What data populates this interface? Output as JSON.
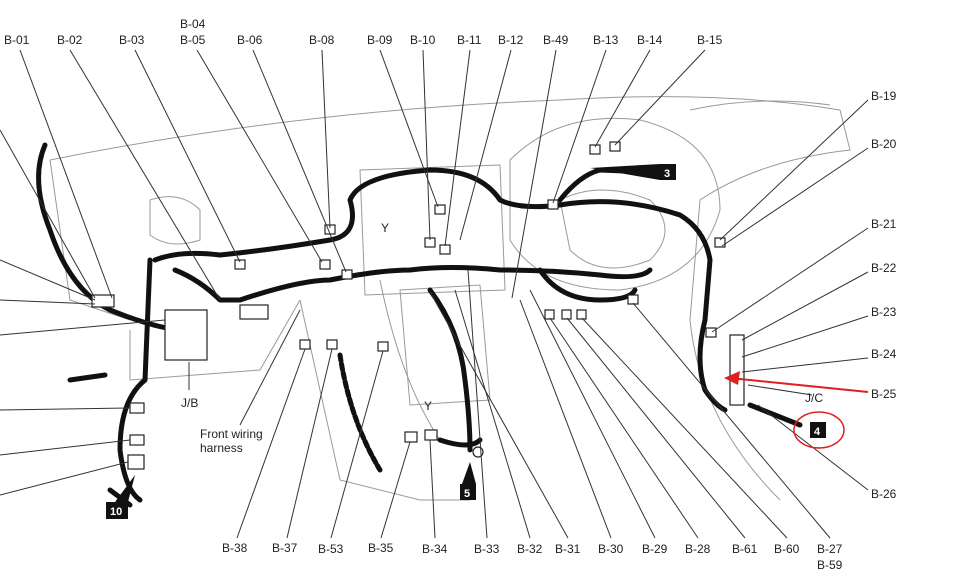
{
  "top_labels": [
    "B-01",
    "B-02",
    "B-03",
    "B-04",
    "B-05",
    "B-06",
    "B-08",
    "B-09",
    "B-10",
    "B-11",
    "B-12",
    "B-49",
    "B-13",
    "B-14",
    "B-15"
  ],
  "right_labels": [
    "B-19",
    "B-20",
    "B-21",
    "B-22",
    "B-23",
    "B-24",
    "B-25",
    "B-26"
  ],
  "bottom_labels": [
    "B-38",
    "B-37",
    "B-53",
    "B-35",
    "B-34",
    "B-33",
    "B-32",
    "B-31",
    "B-30",
    "B-29",
    "B-28",
    "B-61",
    "B-60",
    "B-27",
    "B-59"
  ],
  "annotations": {
    "jb": "J/B",
    "jc": "J/C",
    "front_harness_1": "Front wiring",
    "front_harness_2": "harness",
    "y": "Y"
  },
  "callouts": [
    "3",
    "4",
    "5",
    "10"
  ],
  "colors": {
    "highlight": "#e02020",
    "harness": "#111111"
  }
}
